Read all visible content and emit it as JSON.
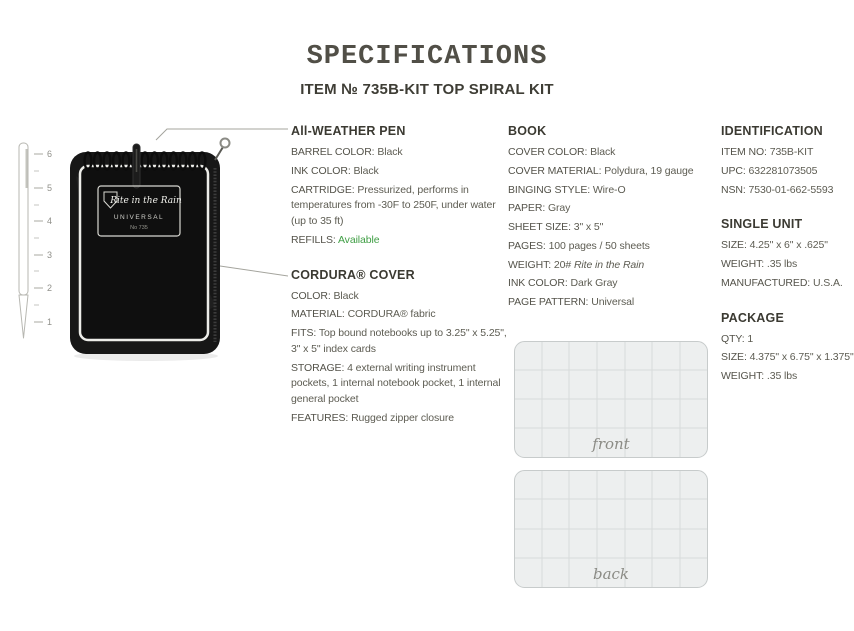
{
  "header": {
    "title": "SPECIFICATIONS",
    "subtitle": "ITEM № 735B-KIT TOP SPIRAL KIT"
  },
  "illustration": {
    "ruler": [
      "6",
      "5",
      "4",
      "3",
      "2",
      "1"
    ],
    "logo_script": "Rite in the Rain",
    "logo_line2": "UNIVERSAL",
    "logo_line3": "No 735"
  },
  "sections": {
    "pen": {
      "title": "All-WEATHER PEN",
      "rows": [
        {
          "label": "BARREL COLOR:",
          "value": "Black"
        },
        {
          "label": "INK COLOR:",
          "value": "Black"
        },
        {
          "label": "CARTRIDGE:",
          "value": "Pressurized, performs in temperatures from -30F to 250F, under water (up to 35 ft)"
        },
        {
          "label": "REFILLS:",
          "value": "Available"
        }
      ]
    },
    "cover": {
      "title": "CORDURA® COVER",
      "rows": [
        {
          "label": "COLOR:",
          "value": "Black"
        },
        {
          "label": "MATERIAL:",
          "value": "CORDURA® fabric"
        },
        {
          "label": "FITS:",
          "value": "Top bound notebooks up to 3.25\" x 5.25\", 3\" x 5\" index cards"
        },
        {
          "label": "STORAGE:",
          "value": "4 external writing instrument pockets, 1 internal notebook pocket, 1 internal general pocket"
        },
        {
          "label": "FEATURES:",
          "value": "Rugged zipper closure"
        }
      ]
    },
    "book": {
      "title": "BOOK",
      "rows": [
        {
          "label": "COVER COLOR:",
          "value": "Black"
        },
        {
          "label": "COVER MATERIAL:",
          "value": "Polydura, 19 gauge"
        },
        {
          "label": "BINGING STYLE:",
          "value": "Wire-O"
        },
        {
          "label": "PAPER:",
          "value": "Gray"
        },
        {
          "label": "SHEET SIZE:",
          "value": "3\" x 5\""
        },
        {
          "label": "PAGES:",
          "value": "100 pages / 50 sheets"
        },
        {
          "label": "WEIGHT:",
          "value": "20#",
          "value_italic": "Rite in the Rain"
        },
        {
          "label": "INK COLOR:",
          "value": "Dark Gray"
        },
        {
          "label": "PAGE PATTERN:",
          "value": "Universal"
        }
      ]
    },
    "identification": {
      "title": "IDENTIFICATION",
      "rows": [
        {
          "label": "ITEM NO:",
          "value": "735B-KIT"
        },
        {
          "label": "UPC:",
          "value": "632281073505"
        },
        {
          "label": "NSN:",
          "value": "7530-01-662-5593"
        }
      ]
    },
    "single_unit": {
      "title": "SINGLE UNIT",
      "rows": [
        {
          "label": "SIZE:",
          "value": "4.25\" x 6\" x .625\""
        },
        {
          "label": "WEIGHT:",
          "value": ".35 lbs"
        },
        {
          "label": "MANUFACTURED:",
          "value": "U.S.A."
        }
      ]
    },
    "package": {
      "title": "PACKAGE",
      "rows": [
        {
          "label": "QTY:",
          "value": "1"
        },
        {
          "label": "SIZE:",
          "value": "4.375\" x 6.75\" x 1.375\""
        },
        {
          "label": "WEIGHT:",
          "value": ".35 lbs"
        }
      ]
    }
  },
  "patterns": {
    "front_label": "front",
    "back_label": "back"
  },
  "colors": {
    "refills_link_green": "#3f9e44",
    "heading_text": "#3b3a32",
    "body_text": "#5d5c52"
  }
}
